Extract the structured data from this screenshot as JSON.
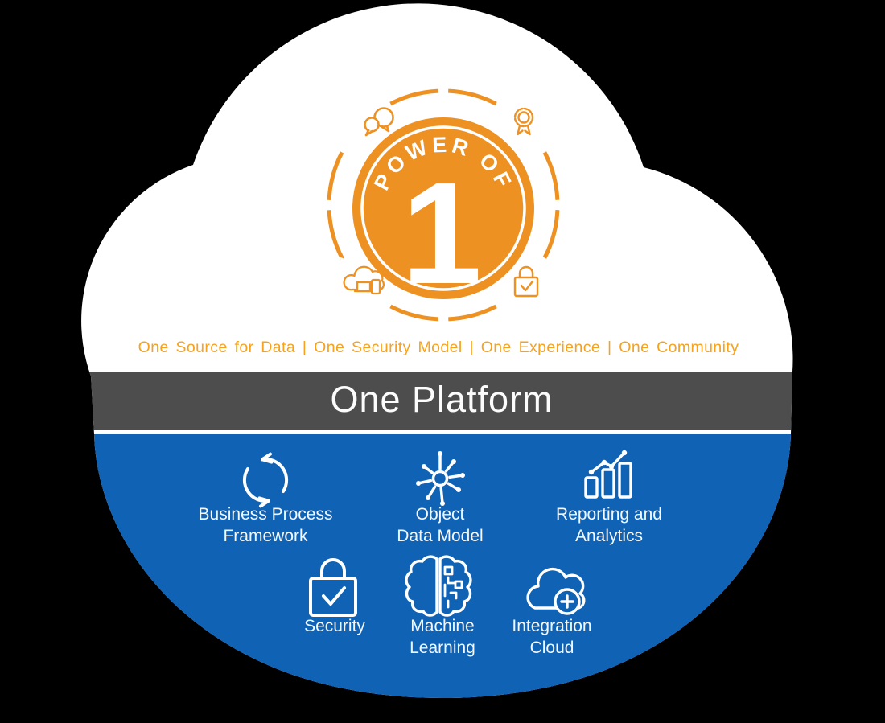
{
  "title": "Power of One cloud platform diagram",
  "colors": {
    "background": "#000000",
    "cloud_white": "#FFFFFF",
    "badge_orange": "#EE9123",
    "tagline_orange": "#F6A21F",
    "band_gray": "#4D4D4D",
    "panel_blue": "#0F62B4",
    "label_white": "#F2F7FC"
  },
  "badge": {
    "arc_label": "POWER OF",
    "number": "1",
    "satellite_icons": [
      {
        "icon": "chat-bubbles-icon"
      },
      {
        "icon": "award-ribbon-icon"
      },
      {
        "icon": "cloud-devices-icon"
      },
      {
        "icon": "lock-check-icon"
      }
    ]
  },
  "tagline": {
    "text": "One Source for Data | One Security Model | One Experience | One Community",
    "items": [
      "One Source for Data",
      "One Security Model",
      "One Experience",
      "One Community"
    ],
    "separator": "|"
  },
  "platform_band": {
    "label": "One Platform"
  },
  "features": {
    "items": [
      {
        "icon": "cycle-arrows-icon",
        "line1": "Business Process",
        "line2": "Framework"
      },
      {
        "icon": "hub-spoke-icon",
        "line1": "Object",
        "line2": "Data Model"
      },
      {
        "icon": "bar-chart-trend-icon",
        "line1": "Reporting and",
        "line2": "Analytics"
      },
      {
        "icon": "padlock-check-icon",
        "line1": "Security",
        "line2": ""
      },
      {
        "icon": "brain-circuit-icon",
        "line1": "Machine",
        "line2": "Learning"
      },
      {
        "icon": "cloud-plus-icon",
        "line1": "Integration",
        "line2": "Cloud"
      }
    ]
  }
}
